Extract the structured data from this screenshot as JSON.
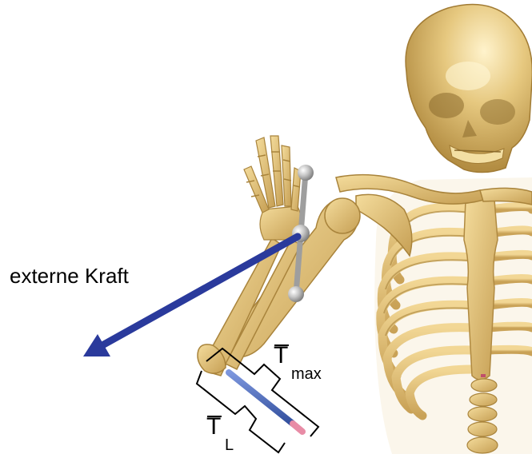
{
  "labels": {
    "external_force": "externe Kraft",
    "t_max": "T",
    "t_max_sub": "max",
    "t_l": "T",
    "t_l_sub": "L"
  },
  "colors": {
    "bone": "#e3c47e",
    "bone_shadow": "#b89548",
    "force_arrow": "#2a3a9c",
    "muscle": "#4d6dc8",
    "muscle_tip": "#e88ca6",
    "marker": "#b5b5b5"
  },
  "icons": {
    "force": "arrow",
    "marker_set": "three-sphere-marker-cluster"
  }
}
